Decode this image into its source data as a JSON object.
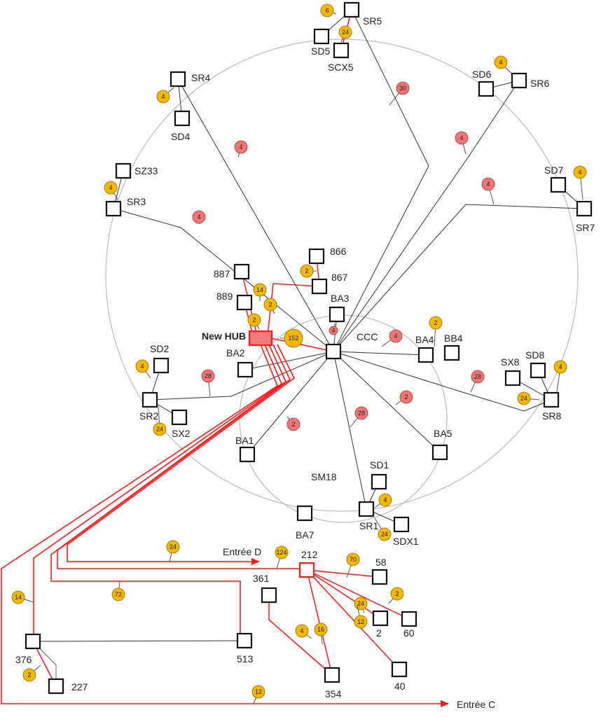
{
  "colors": {
    "red": "#ff1a1a",
    "yellow": "#f5b800",
    "pink": "#f07575",
    "hub_fill": "#f47a7a",
    "black": "#111111",
    "ring": "#bbbbbb"
  },
  "nodes": [
    {
      "id": "SR5",
      "label": "SR5"
    },
    {
      "id": "SD5",
      "label": "SD5"
    },
    {
      "id": "SCX5",
      "label": "SCX5"
    },
    {
      "id": "SR4",
      "label": "SR4"
    },
    {
      "id": "SD4",
      "label": "SD4"
    },
    {
      "id": "SD6",
      "label": "SD6"
    },
    {
      "id": "SR6",
      "label": "SR6"
    },
    {
      "id": "SZ33",
      "label": "SZ33"
    },
    {
      "id": "SR3",
      "label": "SR3"
    },
    {
      "id": "SD7",
      "label": "SD7"
    },
    {
      "id": "SR7",
      "label": "SR7"
    },
    {
      "id": "n866",
      "label": "866"
    },
    {
      "id": "n867",
      "label": "867"
    },
    {
      "id": "n887",
      "label": "887"
    },
    {
      "id": "n889",
      "label": "889"
    },
    {
      "id": "BA3",
      "label": "BA3"
    },
    {
      "id": "HUB",
      "label": "New HUB"
    },
    {
      "id": "CCC",
      "label": "CCC"
    },
    {
      "id": "BA4",
      "label": "BA4"
    },
    {
      "id": "BB4",
      "label": "BB4"
    },
    {
      "id": "SD2",
      "label": "SD2"
    },
    {
      "id": "BA2",
      "label": "BA2"
    },
    {
      "id": "SX8",
      "label": "SX8"
    },
    {
      "id": "SD8",
      "label": "SD8"
    },
    {
      "id": "SR2",
      "label": "SR2"
    },
    {
      "id": "SX2",
      "label": "SX2"
    },
    {
      "id": "SR8",
      "label": "SR8"
    },
    {
      "id": "BA5",
      "label": "BA5"
    },
    {
      "id": "BA1",
      "label": "BA1"
    },
    {
      "id": "SD1",
      "label": "SD1"
    },
    {
      "id": "SR1",
      "label": "SR1"
    },
    {
      "id": "SDX1",
      "label": "SDX1"
    },
    {
      "id": "BA7",
      "label": "BA7"
    },
    {
      "id": "n212",
      "label": "212"
    },
    {
      "id": "n58",
      "label": "58"
    },
    {
      "id": "n361",
      "label": "361"
    },
    {
      "id": "n2",
      "label": "2"
    },
    {
      "id": "n60",
      "label": "60"
    },
    {
      "id": "n376",
      "label": "376"
    },
    {
      "id": "n513",
      "label": "513"
    },
    {
      "id": "n227",
      "label": "227"
    },
    {
      "id": "n354",
      "label": "354"
    },
    {
      "id": "n40",
      "label": "40"
    }
  ],
  "region_label": "SM18",
  "entries": [
    "Entrée D",
    "Entrée C"
  ],
  "badges_yellow": [
    "6",
    "24",
    "4",
    "4",
    "4",
    "4",
    "2",
    "14",
    "2",
    "2",
    "152",
    "2",
    "4",
    "24",
    "4",
    "24",
    "4",
    "24",
    "24",
    "124",
    "70",
    "2",
    "24",
    "12",
    "72",
    "14",
    "4",
    "16",
    "2",
    "12"
  ],
  "badges_pink": [
    "30",
    "4",
    "4",
    "4",
    "4",
    "4",
    "4",
    "28",
    "28",
    "2",
    "28",
    "2"
  ]
}
